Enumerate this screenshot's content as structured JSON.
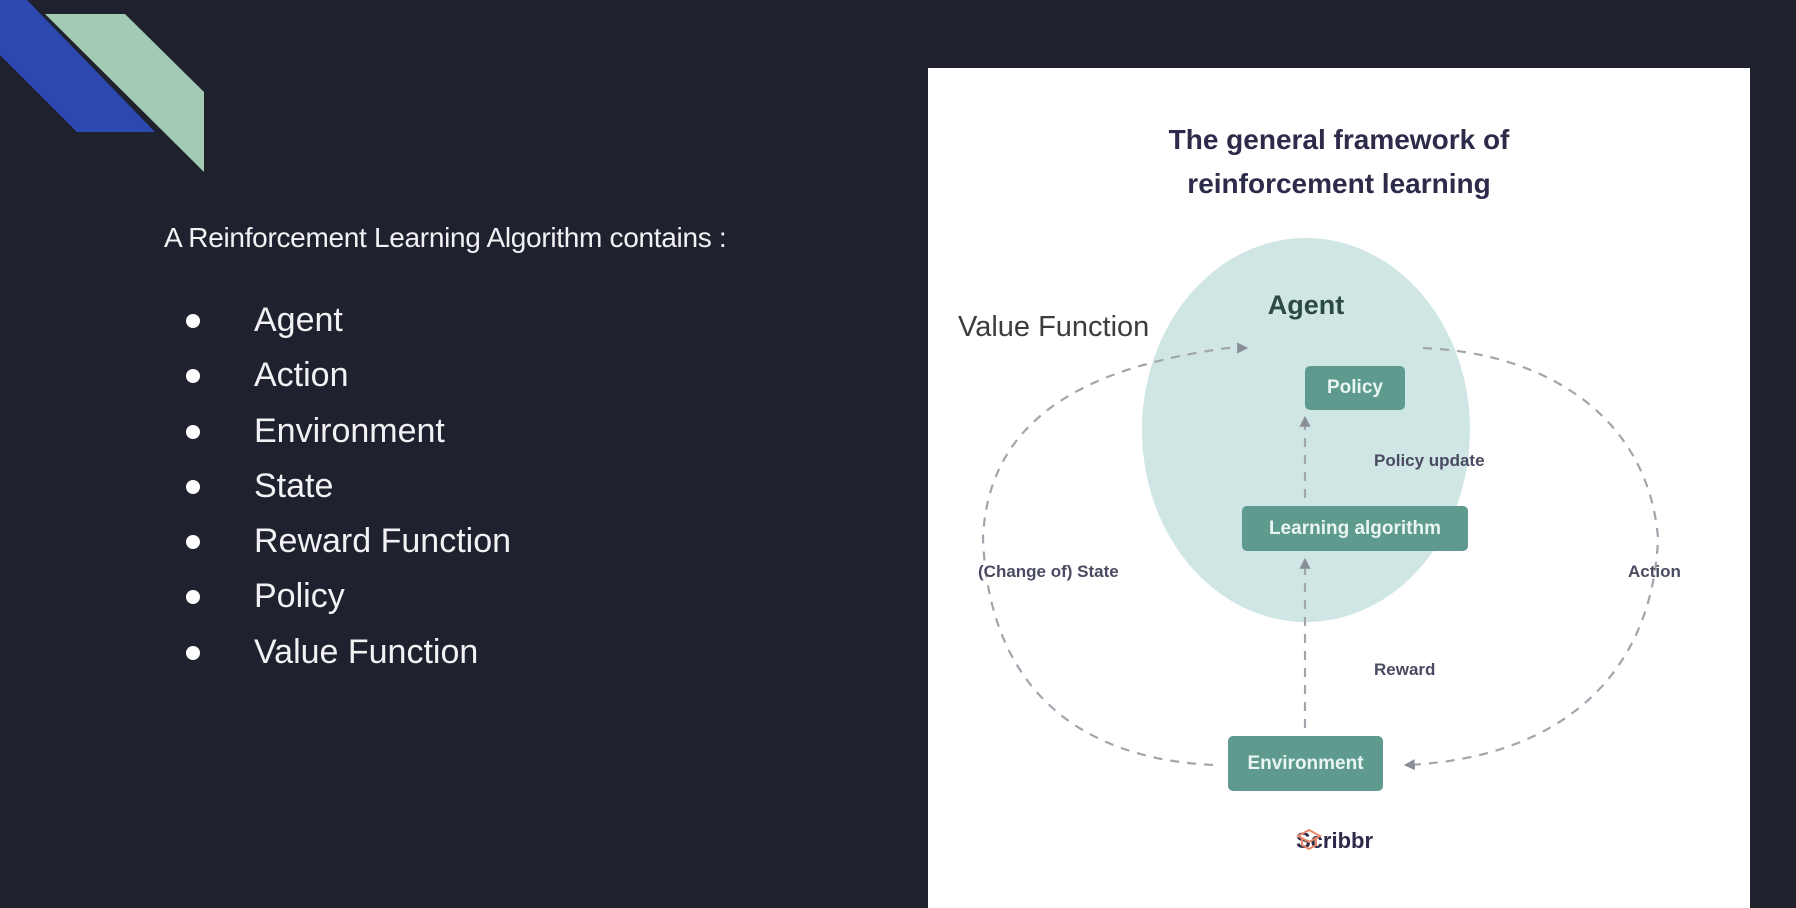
{
  "slide": {
    "intro": "A Reinforcement Learning Algorithm contains :",
    "bullets": [
      "Agent",
      "Action",
      "Environment",
      "State",
      "Reward Function",
      "Policy",
      "Value Function"
    ]
  },
  "diagram": {
    "title_line1": "The general framework of",
    "title_line2": "reinforcement learning",
    "overlay_label": "Value Function",
    "agent": "Agent",
    "policy": "Policy",
    "learning_algorithm": "Learning algorithm",
    "environment": "Environment",
    "edges": {
      "policy_update": "Policy update",
      "state": "(Change of) State",
      "action": "Action",
      "reward": "Reward"
    },
    "brand": "Scribbr",
    "brand_icon": "graduation-cap-icon"
  },
  "colors": {
    "background": "#1F222E",
    "deco_blue": "#2B49B0",
    "deco_green": "#A3CBB4",
    "box": "#5E9A8D",
    "circle": "#CFE6E4",
    "brand_accent": "#E8886A"
  }
}
